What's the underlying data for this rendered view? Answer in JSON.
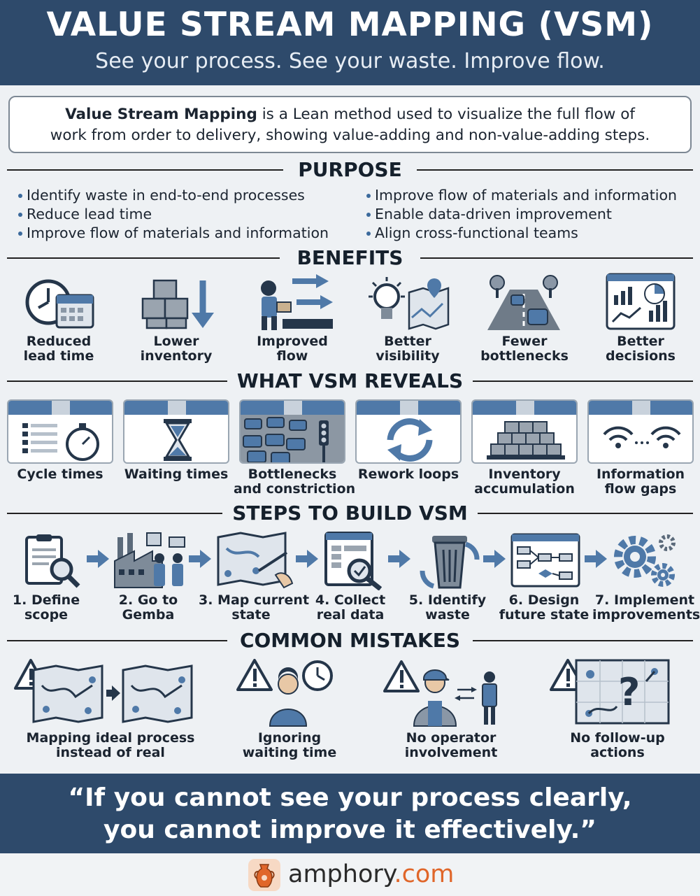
{
  "header": {
    "title": "VALUE STREAM MAPPING (VSM)",
    "subtitle": "See your process. See your waste. Improve flow."
  },
  "intro": {
    "bold": "Value Stream Mapping",
    "line1_rest": " is a Lean method used to visualize the full flow of",
    "line2": "work from order to delivery, showing value-adding and non-value-adding steps."
  },
  "purpose": {
    "heading": "PURPOSE",
    "left": [
      "Identify waste in end-to-end processes",
      "Reduce lead time",
      "Improve flow of materials and information"
    ],
    "right": [
      "Improve flow of materials and information",
      "Enable data-driven improvement",
      "Align cross-functional teams"
    ]
  },
  "benefits": {
    "heading": "BENEFITS",
    "items": [
      {
        "line1": "Reduced",
        "line2": "lead time",
        "icon": "clock-calendar-icon"
      },
      {
        "line1": "Lower",
        "line2": "inventory",
        "icon": "boxes-down-arrow-icon"
      },
      {
        "line1": "Improved",
        "line2": "flow",
        "icon": "worker-flow-arrows-icon"
      },
      {
        "line1": "Better",
        "line2": "visibility",
        "icon": "lightbulb-map-icon"
      },
      {
        "line1": "Fewer",
        "line2": "bottlenecks",
        "icon": "road-cars-icon"
      },
      {
        "line1": "Better",
        "line2": "decisions",
        "icon": "dashboard-charts-icon"
      }
    ]
  },
  "reveals": {
    "heading": "WHAT VSM REVEALS",
    "items": [
      {
        "line1": "Cycle times",
        "line2": "",
        "icon": "stopwatch-list-icon"
      },
      {
        "line1": "Waiting times",
        "line2": "",
        "icon": "hourglass-icon"
      },
      {
        "line1": "Bottlenecks",
        "line2": "and constriction",
        "icon": "traffic-jam-icon"
      },
      {
        "line1": "Rework loops",
        "line2": "",
        "icon": "cycle-arrows-icon"
      },
      {
        "line1": "Inventory",
        "line2": "accumulation",
        "icon": "stacked-boxes-icon"
      },
      {
        "line1": "Information",
        "line2": "flow gaps",
        "icon": "wifi-gap-icon"
      }
    ]
  },
  "steps": {
    "heading": "STEPS TO BUILD VSM",
    "items": [
      {
        "line1": "1. Define",
        "line2": "scope",
        "icon": "clipboard-magnifier-icon"
      },
      {
        "line1": "2. Go to",
        "line2": "Gemba",
        "icon": "factory-workers-icon"
      },
      {
        "line1": "3. Map current",
        "line2": "state",
        "icon": "map-drawing-icon"
      },
      {
        "line1": "4. Collect",
        "line2": "real data",
        "icon": "document-check-icon"
      },
      {
        "line1": "5. Identify",
        "line2": "waste",
        "icon": "trash-can-icon"
      },
      {
        "line1": "6. Design",
        "line2": "future state",
        "icon": "flowchart-icon"
      },
      {
        "line1": "7. Implement",
        "line2": "improvements",
        "icon": "gears-icon"
      }
    ]
  },
  "mistakes": {
    "heading": "COMMON MISTAKES",
    "items": [
      {
        "line1": "Mapping ideal process",
        "line2": "instead of real",
        "icon": "warning-maps-icon"
      },
      {
        "line1": "Ignoring",
        "line2": "waiting time",
        "icon": "warning-thinking-clock-icon"
      },
      {
        "line1": "No operator",
        "line2": "involvement",
        "icon": "warning-workers-icon"
      },
      {
        "line1": "No follow-up",
        "line2": "actions",
        "icon": "warning-question-map-icon"
      }
    ]
  },
  "quote": {
    "line1": "“If you cannot see your process clearly,",
    "line2": "you cannot improve it effectively.”"
  },
  "brand": {
    "name": "amphory",
    "tld": ".com",
    "icon": "amphora-logo-icon"
  },
  "colors": {
    "navy": "#2e4a6b",
    "accent_blue": "#4f79a8",
    "orange": "#e0662a"
  }
}
